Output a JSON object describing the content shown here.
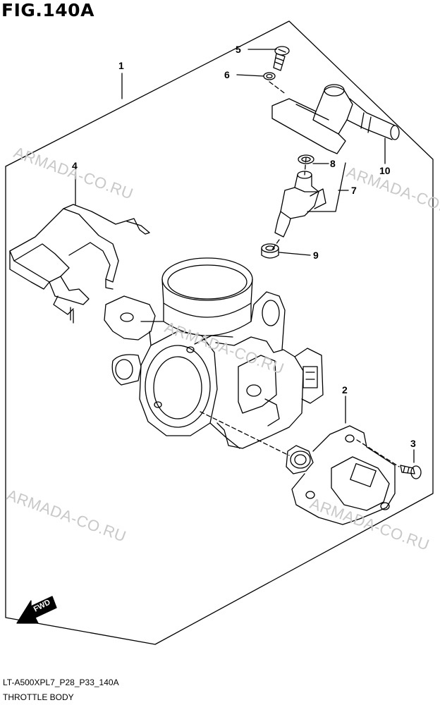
{
  "title": "FIG.140A",
  "callouts": {
    "c1": "1",
    "c2": "2",
    "c3": "3",
    "c4": "4",
    "c5": "5",
    "c6": "6",
    "c7": "7",
    "c8": "8",
    "c9": "9",
    "c10": "10"
  },
  "watermark": "ARMADA-CO.RU",
  "fwd_label": "FWD",
  "footer": {
    "code": "LT-A500XPL7_P28_P33_140A",
    "name": "THROTTLE BODY"
  }
}
